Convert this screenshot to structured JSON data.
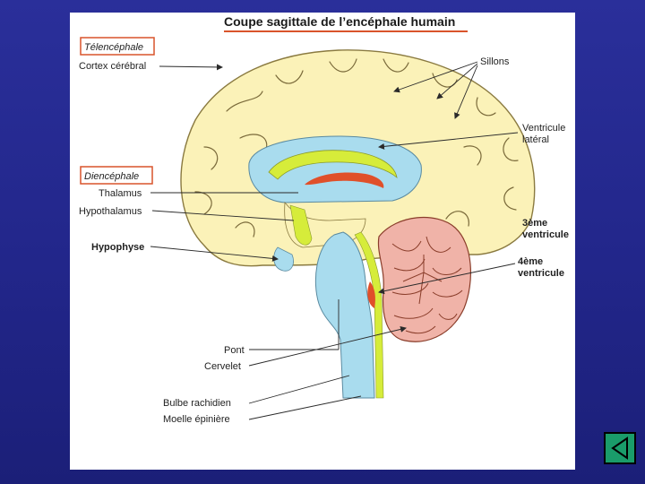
{
  "slide": {
    "title": "Coupe sagittale de l’encéphale humain",
    "title_underline_color": "#d9542b",
    "accent_box_color": "#d9542b",
    "colors": {
      "brain_tissue": "#fbf2b8",
      "ventricle_fluid": "#a9dcee",
      "highlight_green": "#d6ec3a",
      "thalamus_red": "#e0502a",
      "cerebellum": "#f0b3a8",
      "nav_button": "#1a9c6a"
    },
    "labels": {
      "telencephale": "Télencéphale",
      "cortex": "Cortex cérébral",
      "sillons": "Sillons",
      "ventricule_lateral_1": "Ventricule",
      "ventricule_lateral_2": "latéral",
      "diencephale": "Diencéphale",
      "thalamus": "Thalamus",
      "hypothalamus": "Hypothalamus",
      "hypophyse": "Hypophyse",
      "ventricule3_1": "3ème",
      "ventricule3_2": "ventricule",
      "ventricule4_1": "4ème",
      "ventricule4_2": "ventricule",
      "pont": "Pont",
      "cervelet": "Cervelet",
      "bulbe": "Bulbe rachidien",
      "moelle": "Moelle épinière"
    },
    "nav": {
      "back_icon": "triangle-left-icon"
    }
  }
}
